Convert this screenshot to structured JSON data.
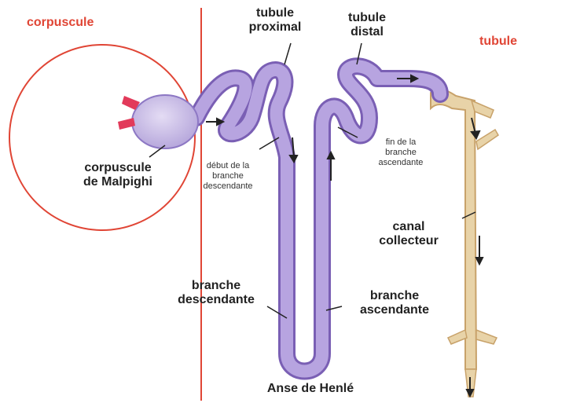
{
  "title": "",
  "regions": {
    "left": "corpuscule",
    "right": "tubule"
  },
  "labels": {
    "tubule_proximal": [
      "tubule",
      "proximal"
    ],
    "tubule_distal": [
      "tubule",
      "distal"
    ],
    "corpuscule_malpighi": [
      "corpuscule",
      "de Malpighi"
    ],
    "debut_branche_descendante": [
      "début de la",
      "branche",
      "descendante"
    ],
    "fin_branche_ascendante": [
      "fin de la",
      "branche",
      "ascendante"
    ],
    "canal_collecteur": [
      "canal",
      "collecteur"
    ],
    "branche_descendante": [
      "branche",
      "descendante"
    ],
    "branche_ascendante": [
      "branche",
      "ascendante"
    ],
    "anse_de_henle": "Anse de Henlé"
  },
  "colors": {
    "region_accent": "#e04535",
    "tubule_fill": "#a48fd0",
    "tubule_outline": "#7a5fb4",
    "collecting_duct": "#e8d3a8",
    "collecting_outline": "#c8a26a",
    "arteriole": "#e23a5a"
  }
}
